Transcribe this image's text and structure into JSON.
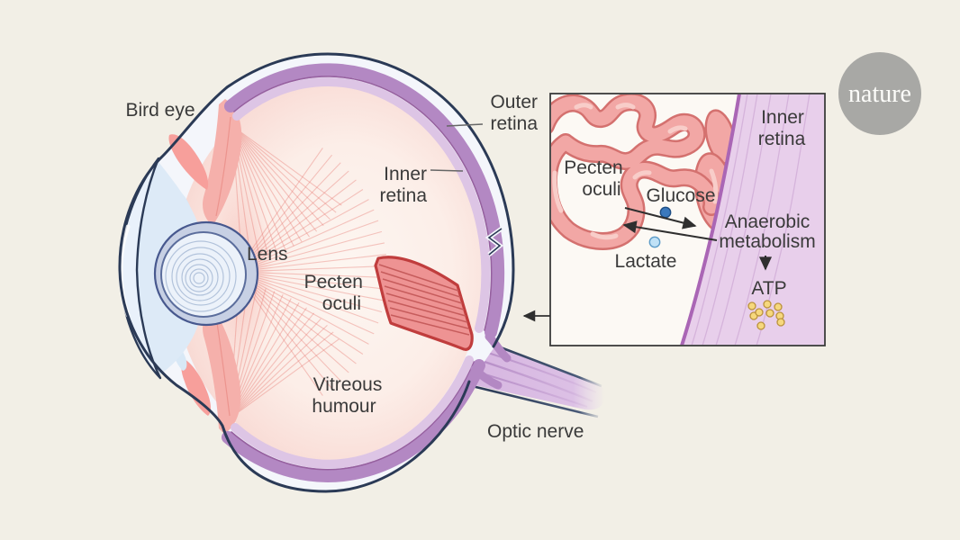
{
  "brand": {
    "logo_text": "nature",
    "logo_circle_color": "#a8a8a5",
    "logo_text_color": "#fdfdfa"
  },
  "eye": {
    "labels": {
      "bird_eye": "Bird eye",
      "outer_retina": [
        "Outer",
        "retina"
      ],
      "inner_retina": [
        "Inner",
        "retina"
      ],
      "lens": "Lens",
      "pecten_oculi": [
        "Pecten",
        "oculi"
      ],
      "vitreous_humour": [
        "Vitreous",
        "humour"
      ],
      "optic_nerve": "Optic nerve"
    }
  },
  "inset": {
    "labels": {
      "pecten_oculi": [
        "Pecten",
        "oculi"
      ],
      "inner_retina": [
        "Inner",
        "retina"
      ],
      "glucose": "Glucose",
      "lactate": "Lactate",
      "anaerobic_metabolism": [
        "Anaerobic",
        "metabolism"
      ],
      "atp": "ATP"
    }
  },
  "palette": {
    "background": "#f2efe6",
    "outline_navy": "#2b3a56",
    "sclera_white": "#f4f6fb",
    "retina_outer_purple": "#b388c3",
    "retina_separator": "#96609f",
    "retina_inner_purple": "#ddc5e5",
    "vitreous_edge_pink": "#f7d8d3",
    "vitreous_center": "#fdf6f1",
    "ciliary_pink": "#f5b0ab",
    "pecten_red_fill": "#ee9393",
    "pecten_red_outline": "#c03d3d",
    "optic_nerve_purple": "#d7b7e1",
    "lens_ring_blue": "#c7d0e4",
    "lens_fill": "#ecf2fa",
    "cornea_blue": "#e9f1fb",
    "inset_background": "#fcf9f4",
    "inset_border": "#3b3b3b",
    "vessel_pink": "#f2a7a5",
    "vessel_outline": "#d4716f",
    "inset_purple": "#e8cfeb",
    "inset_purple_edge": "#aa66b5",
    "glucose_blue": "#3b79bd",
    "lactate_light_blue": "#bfe1f6",
    "atp_yellow": "#f6d87d",
    "label_text": "#3a3a3a"
  }
}
